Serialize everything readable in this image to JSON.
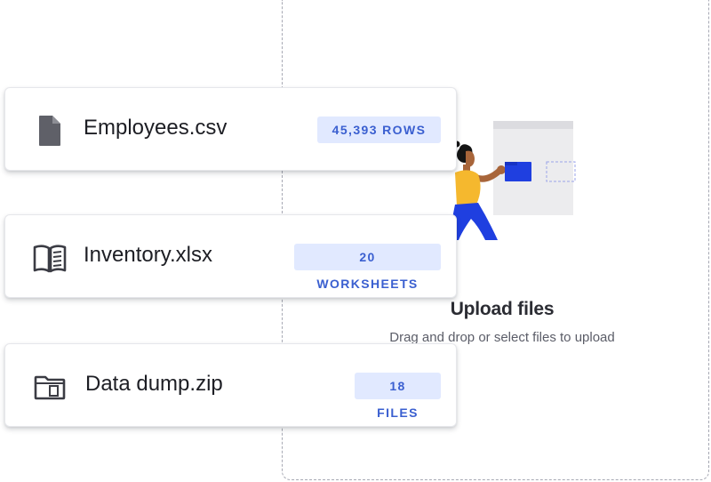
{
  "files": [
    {
      "name": "Employees.csv",
      "badge": "45,393 ROWS",
      "icon": "file-icon"
    },
    {
      "name": "Inventory.xlsx",
      "badge": "20 WORKSHEETS",
      "icon": "book-icon"
    },
    {
      "name": "Data dump.zip",
      "badge": "18 FILES",
      "icon": "folder-icon"
    }
  ],
  "upload": {
    "title": "Upload files",
    "subtitle": "Drag and drop or select files to upload"
  },
  "colors": {
    "badge_bg": "#e1e9ff",
    "badge_text": "#3a5fd0",
    "accent_blue": "#1f3fe0",
    "figure_yellow": "#f5b82e"
  }
}
